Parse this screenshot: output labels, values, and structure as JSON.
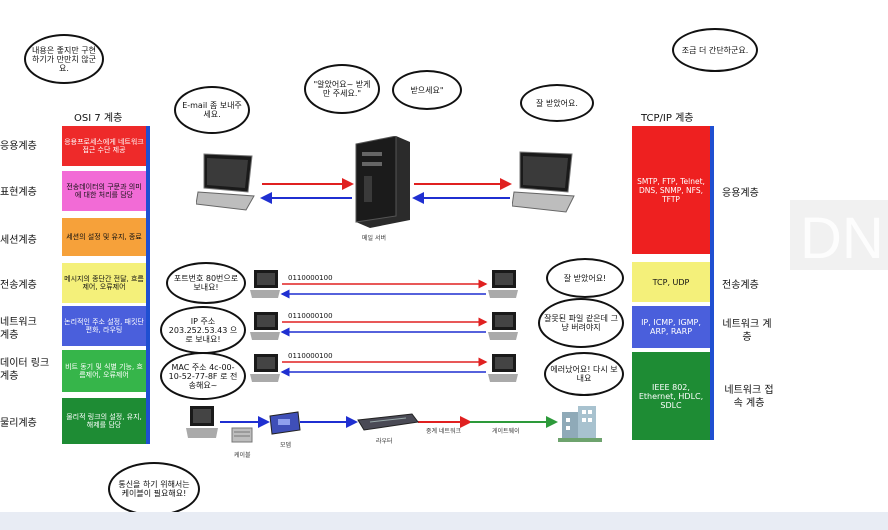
{
  "bubbles": {
    "left_top": "내용은 좋지만 구현하기가 만만치 않군요.",
    "right_top": "조금 더 간단하군요.",
    "email": "E-mail 좀 보내주세요.",
    "server": "\"알았어요~ 받게만 주세요.\"",
    "receive": "받으세요\"",
    "got_it": "잘 받았어요.",
    "port": "포트번호 80번으로 보내요!",
    "ip": "IP 주소 203.252.53.43 으로 보내요!",
    "mac": "MAC 주소 4c-00-10-52-77-8F 로 전송해요~",
    "got_it2": "잘 받았어요!",
    "error": "잘못된 파일 같은데 그냥 버려야지",
    "error2": "에러났어요! 다시 보내요",
    "cable": "통신을 하기 위해서는 케이블이 필요해요!"
  },
  "osi": {
    "header": "OSI 7 계층",
    "layers": [
      {
        "label": "응용계층",
        "desc": "응용프로세스에게 네트워크 접근 수단 제공",
        "color": "#ee2a2a"
      },
      {
        "label": "표현계층",
        "desc": "전송데이터의 구문과 의미에 대한 처리를 담당",
        "color": "#f26bd6"
      },
      {
        "label": "세션계층",
        "desc": "세션의 설정 및 유지, 종료",
        "color": "#f6a13a"
      },
      {
        "label": "전송계층",
        "desc": "메시지의 종단간 전달, 흐름제어, 오류제어",
        "color": "#f4f07a"
      },
      {
        "label": "네트워크 계층",
        "desc": "논리적인 주소 설정, 패킷단편화, 라우팅",
        "color": "#4a5fdc"
      },
      {
        "label": "데이터 링크 계층",
        "desc": "비트 동기 및 식별 기능, 흐름제어, 오류제어",
        "color": "#36b54a"
      },
      {
        "label": "물리계층",
        "desc": "물리적 링크의 설정, 유지, 해제를 담당",
        "color": "#1e8c34"
      }
    ]
  },
  "tcp": {
    "header": "TCP/IP 계층",
    "layers": [
      {
        "label": "응용계층",
        "desc": "SMTP, FTP, Telnet, DNS, SNMP, NFS, TFTP",
        "color": "#ee2020"
      },
      {
        "label": "전송계층",
        "desc": "TCP, UDP",
        "color": "#f4f07a"
      },
      {
        "label": "네트워크 계층",
        "desc": "IP, ICMP, IGMP, ARP, RARP",
        "color": "#4a5fdc"
      },
      {
        "label": "네트워크 접속 계층",
        "desc": "IEEE 802, Ethernet, HDLC, SDLC",
        "color": "#1e8c34"
      }
    ]
  },
  "bits": [
    "0110000100",
    "0110000100",
    "0110000100"
  ],
  "captions": {
    "server": "메일 서버",
    "cable": "케이블",
    "modem": "모뎀",
    "router": "라우터",
    "relay": "중계 네트워크",
    "gateway": "게이트웨이"
  }
}
